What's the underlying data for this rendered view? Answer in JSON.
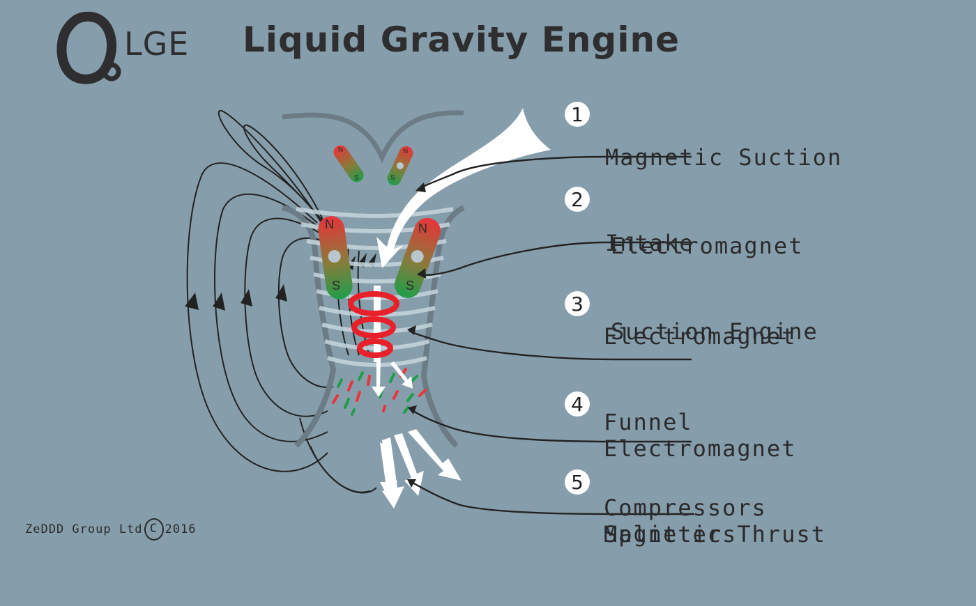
{
  "logo": {
    "text": "LGE"
  },
  "title": "Liquid Gravity Engine",
  "items": [
    {
      "num": "1",
      "lines": [
        "Magnetic Suction",
        "Intake"
      ]
    },
    {
      "num": "2",
      "lines": [
        "Electromagnet",
        "Suction Engine"
      ]
    },
    {
      "num": "3",
      "lines": [
        "Electromagnet",
        "Funnel",
        "Compressors"
      ]
    },
    {
      "num": "4",
      "lines": [
        "Electromagnet",
        "Splitters"
      ]
    },
    {
      "num": "5",
      "lines": [
        "Magnetic Thrust"
      ]
    }
  ],
  "magnets": {
    "north": "N",
    "south": "S"
  },
  "credit": {
    "company": "ZeDDD Group Ltd",
    "symbol": "C",
    "year": "2016"
  },
  "colors": {
    "background": "#869eab",
    "magnet_red": "#e8343a",
    "magnet_green": "#1f9e4a",
    "ring_red": "#e8202a",
    "arrow_white": "#ffffff",
    "funnel_gray": "#6b7c86"
  }
}
